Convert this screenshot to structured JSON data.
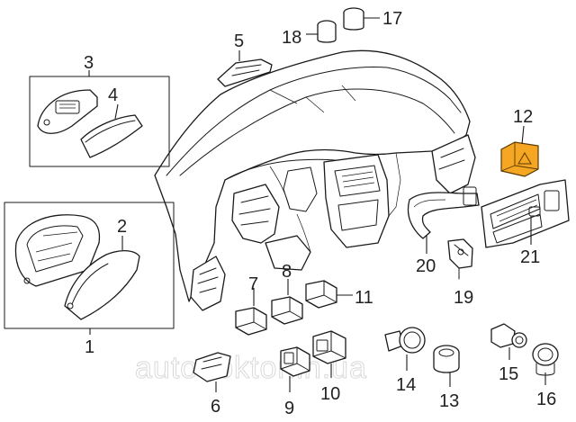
{
  "diagram": {
    "callouts": [
      {
        "id": "c1",
        "label": "1"
      },
      {
        "id": "c2",
        "label": "2"
      },
      {
        "id": "c3",
        "label": "3"
      },
      {
        "id": "c4",
        "label": "4"
      },
      {
        "id": "c5",
        "label": "5"
      },
      {
        "id": "c6",
        "label": "6"
      },
      {
        "id": "c7",
        "label": "7"
      },
      {
        "id": "c8",
        "label": "8"
      },
      {
        "id": "c9",
        "label": "9"
      },
      {
        "id": "c10",
        "label": "10"
      },
      {
        "id": "c11",
        "label": "11"
      },
      {
        "id": "c12",
        "label": "12"
      },
      {
        "id": "c13",
        "label": "13"
      },
      {
        "id": "c14",
        "label": "14"
      },
      {
        "id": "c15",
        "label": "15"
      },
      {
        "id": "c16",
        "label": "16"
      },
      {
        "id": "c17",
        "label": "17"
      },
      {
        "id": "c18",
        "label": "18"
      },
      {
        "id": "c19",
        "label": "19"
      },
      {
        "id": "c20",
        "label": "20"
      },
      {
        "id": "c21",
        "label": "21"
      }
    ],
    "highlight_color": "#f5a623",
    "watermark": "autodoktor.in.ua"
  }
}
